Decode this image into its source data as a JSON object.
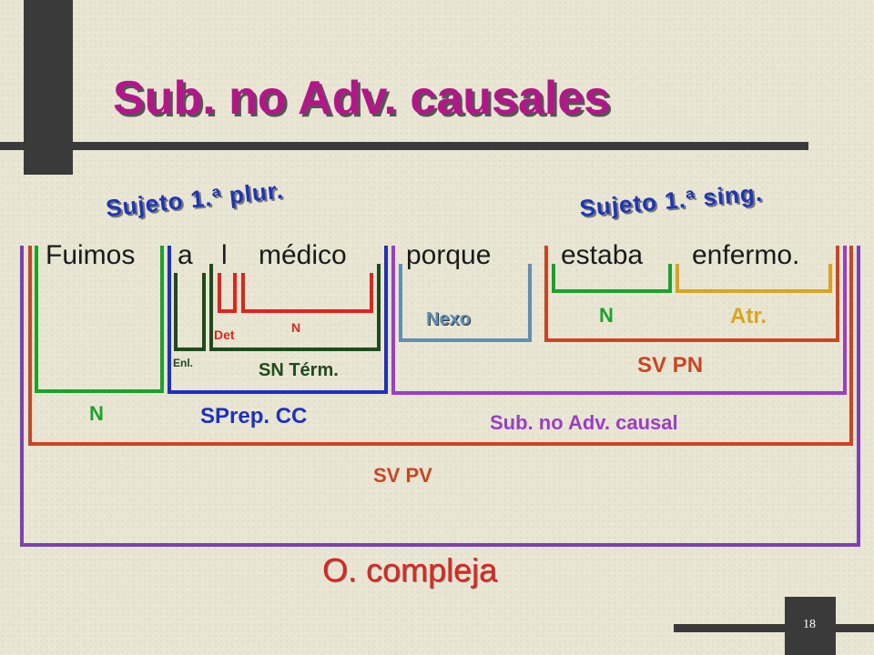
{
  "slide": {
    "title": "Sub. no Adv. causales",
    "page_number": "18"
  },
  "subjects": {
    "left": "Sujeto 1.ª plur.",
    "right": "Sujeto 1.ª sing."
  },
  "sentence": {
    "words": [
      "Fuimos",
      "a",
      "l",
      "médico",
      "porque",
      "estaba",
      "enfermo."
    ]
  },
  "labels": {
    "det": "Det",
    "n_medico": "N",
    "enl": "Enl.",
    "sn_term": "SN Térm.",
    "n_fuimos": "N",
    "sprep_cc": "SPrep. CC",
    "nexo": "Nexo",
    "n_estaba": "N",
    "atr": "Atr.",
    "sv_pn": "SV PN",
    "sub_causal": "Sub. no Adv. causal",
    "sv_pv": "SV PV",
    "o_compleja": "O. compleja"
  },
  "colors": {
    "title": "#b5158b",
    "subject": "#1e35b9",
    "green": "#1aa32c",
    "blue": "#1e2fc4",
    "dark_green": "#1e4a1e",
    "red": "#e0241f",
    "steel_blue": "#5f8fb5",
    "orange_red": "#cc4422",
    "gold": "#d9a520",
    "violet": "#9a3ec8",
    "purple": "#7b3fb8"
  }
}
